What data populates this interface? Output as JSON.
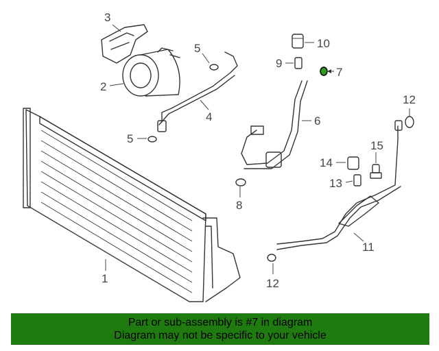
{
  "callouts": {
    "c1": "1",
    "c2": "2",
    "c3": "3",
    "c4": "4",
    "c5a": "5",
    "c5b": "5",
    "c6": "6",
    "c7": "7",
    "c8": "8",
    "c9": "9",
    "c10": "10",
    "c11": "11",
    "c12a": "12",
    "c12b": "12",
    "c13": "13",
    "c14": "14",
    "c15": "15"
  },
  "banner": {
    "line1": "Part or sub-assembly is #7 in diagram",
    "line2": "Diagram may not be specific to your vehicle"
  },
  "colors": {
    "banner_bg": "#1f7a0f",
    "highlight": "#2e9b1e"
  }
}
